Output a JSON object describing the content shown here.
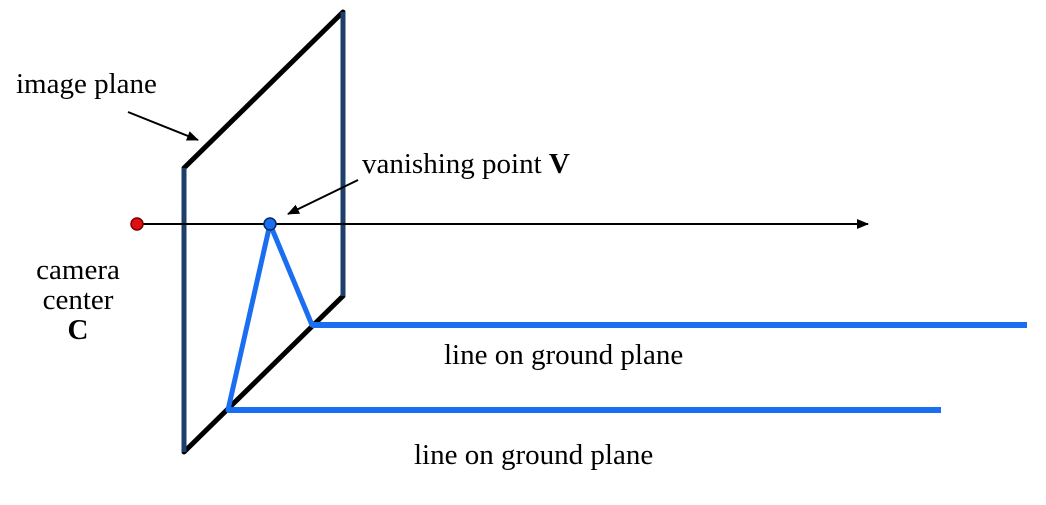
{
  "labels": {
    "image_plane": "image plane",
    "vanishing_point_text": "vanishing point ",
    "vanishing_point_symbol": "V",
    "camera_line1": "camera",
    "camera_line2": "center",
    "camera_symbol": "C",
    "ground_line_upper": "line on ground plane",
    "ground_line_lower": "line on ground plane"
  },
  "colors": {
    "plane_edge_black": "#000000",
    "plane_edge_blue": "#1f3f6b",
    "ground_line_blue": "#1a6ef0",
    "camera_center_red": "#e01010",
    "vanishing_point_blue": "#1a6ef0",
    "axis_black": "#000000"
  }
}
